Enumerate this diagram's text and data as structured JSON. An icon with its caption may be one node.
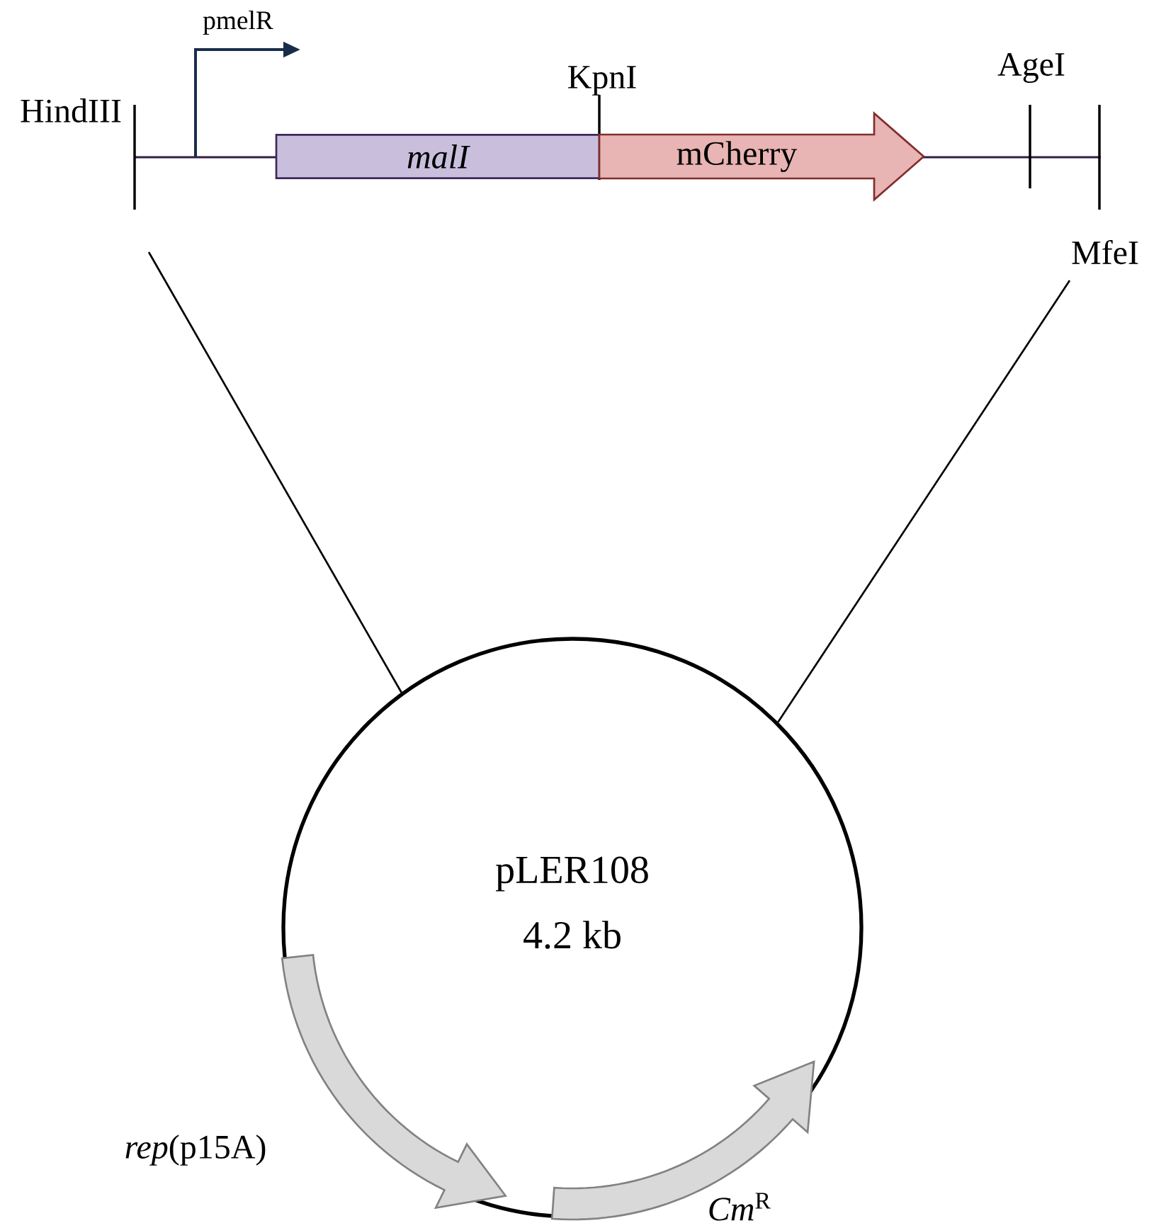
{
  "diagram": {
    "nodes": [
      {
        "text": [
          "malI"
        ]
      },
      {
        "text": [
          "mCherry"
        ]
      },
      {
        "text": [
          "pLER108",
          "4.2 kb"
        ]
      },
      {
        "text": [
          "*rep*(p15A)"
        ],
        "in": 2
      },
      {
        "text": [
          "*Cm*$^{R}$"
        ],
        "in": 2
      }
    ],
    "edges": [
      {
        "from": null,
        "to": 2,
        "arrow": "none"
      },
      {
        "from": null,
        "to": 2,
        "arrow": "none"
      }
    ],
    "labels": [
      "pmelR",
      "HindIII",
      "KpnI",
      "AgeI",
      "MfeI"
    ]
  }
}
